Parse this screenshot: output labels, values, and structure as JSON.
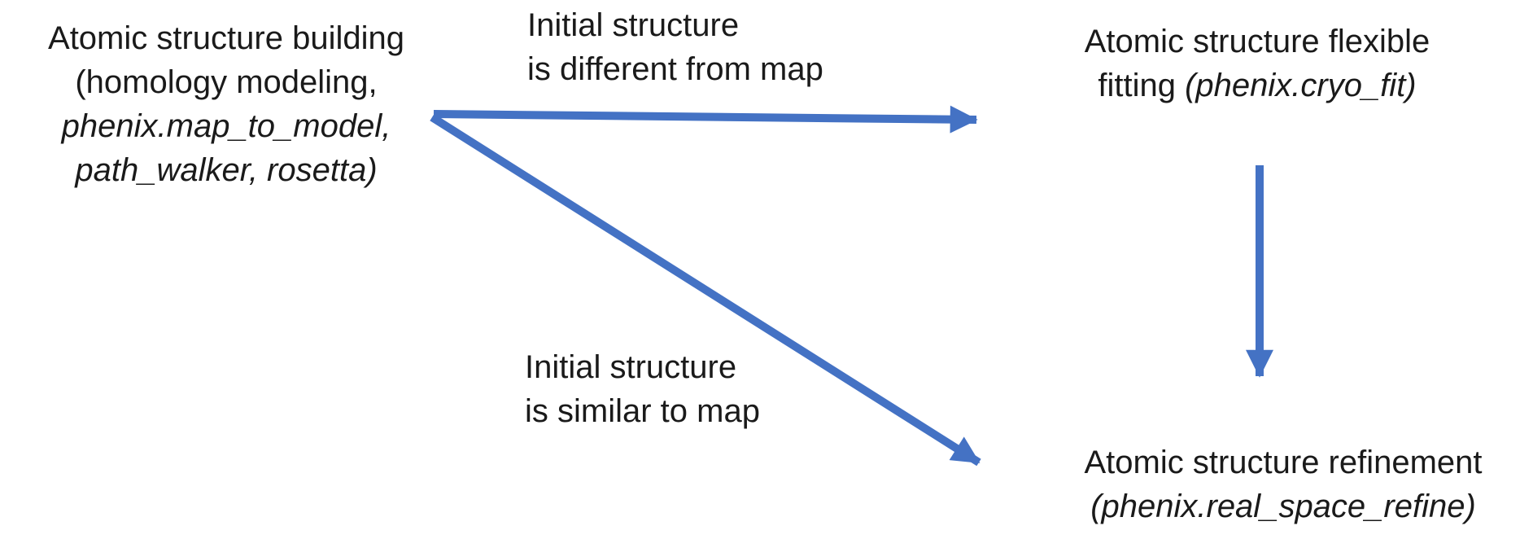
{
  "colors": {
    "arrow": "#4472C4",
    "text": "#1a1a1a",
    "background": "#ffffff"
  },
  "nodes": {
    "building": {
      "line1": "Atomic structure building",
      "line2": "(homology modeling,",
      "line3": "phenix.map_to_model,",
      "line4": "path_walker, rosetta)"
    },
    "flexible_fitting": {
      "line1": "Atomic structure flexible",
      "line2_roman": "fitting ",
      "line2_italic": "(phenix.cryo_fit)"
    },
    "refinement": {
      "line1": "Atomic structure refinement",
      "line2_italic": "(phenix.real_space_refine)"
    }
  },
  "edge_labels": {
    "different": {
      "line1": "Initial structure",
      "line2": "is different from map"
    },
    "similar": {
      "line1": "Initial structure",
      "line2": "is similar to map"
    }
  }
}
